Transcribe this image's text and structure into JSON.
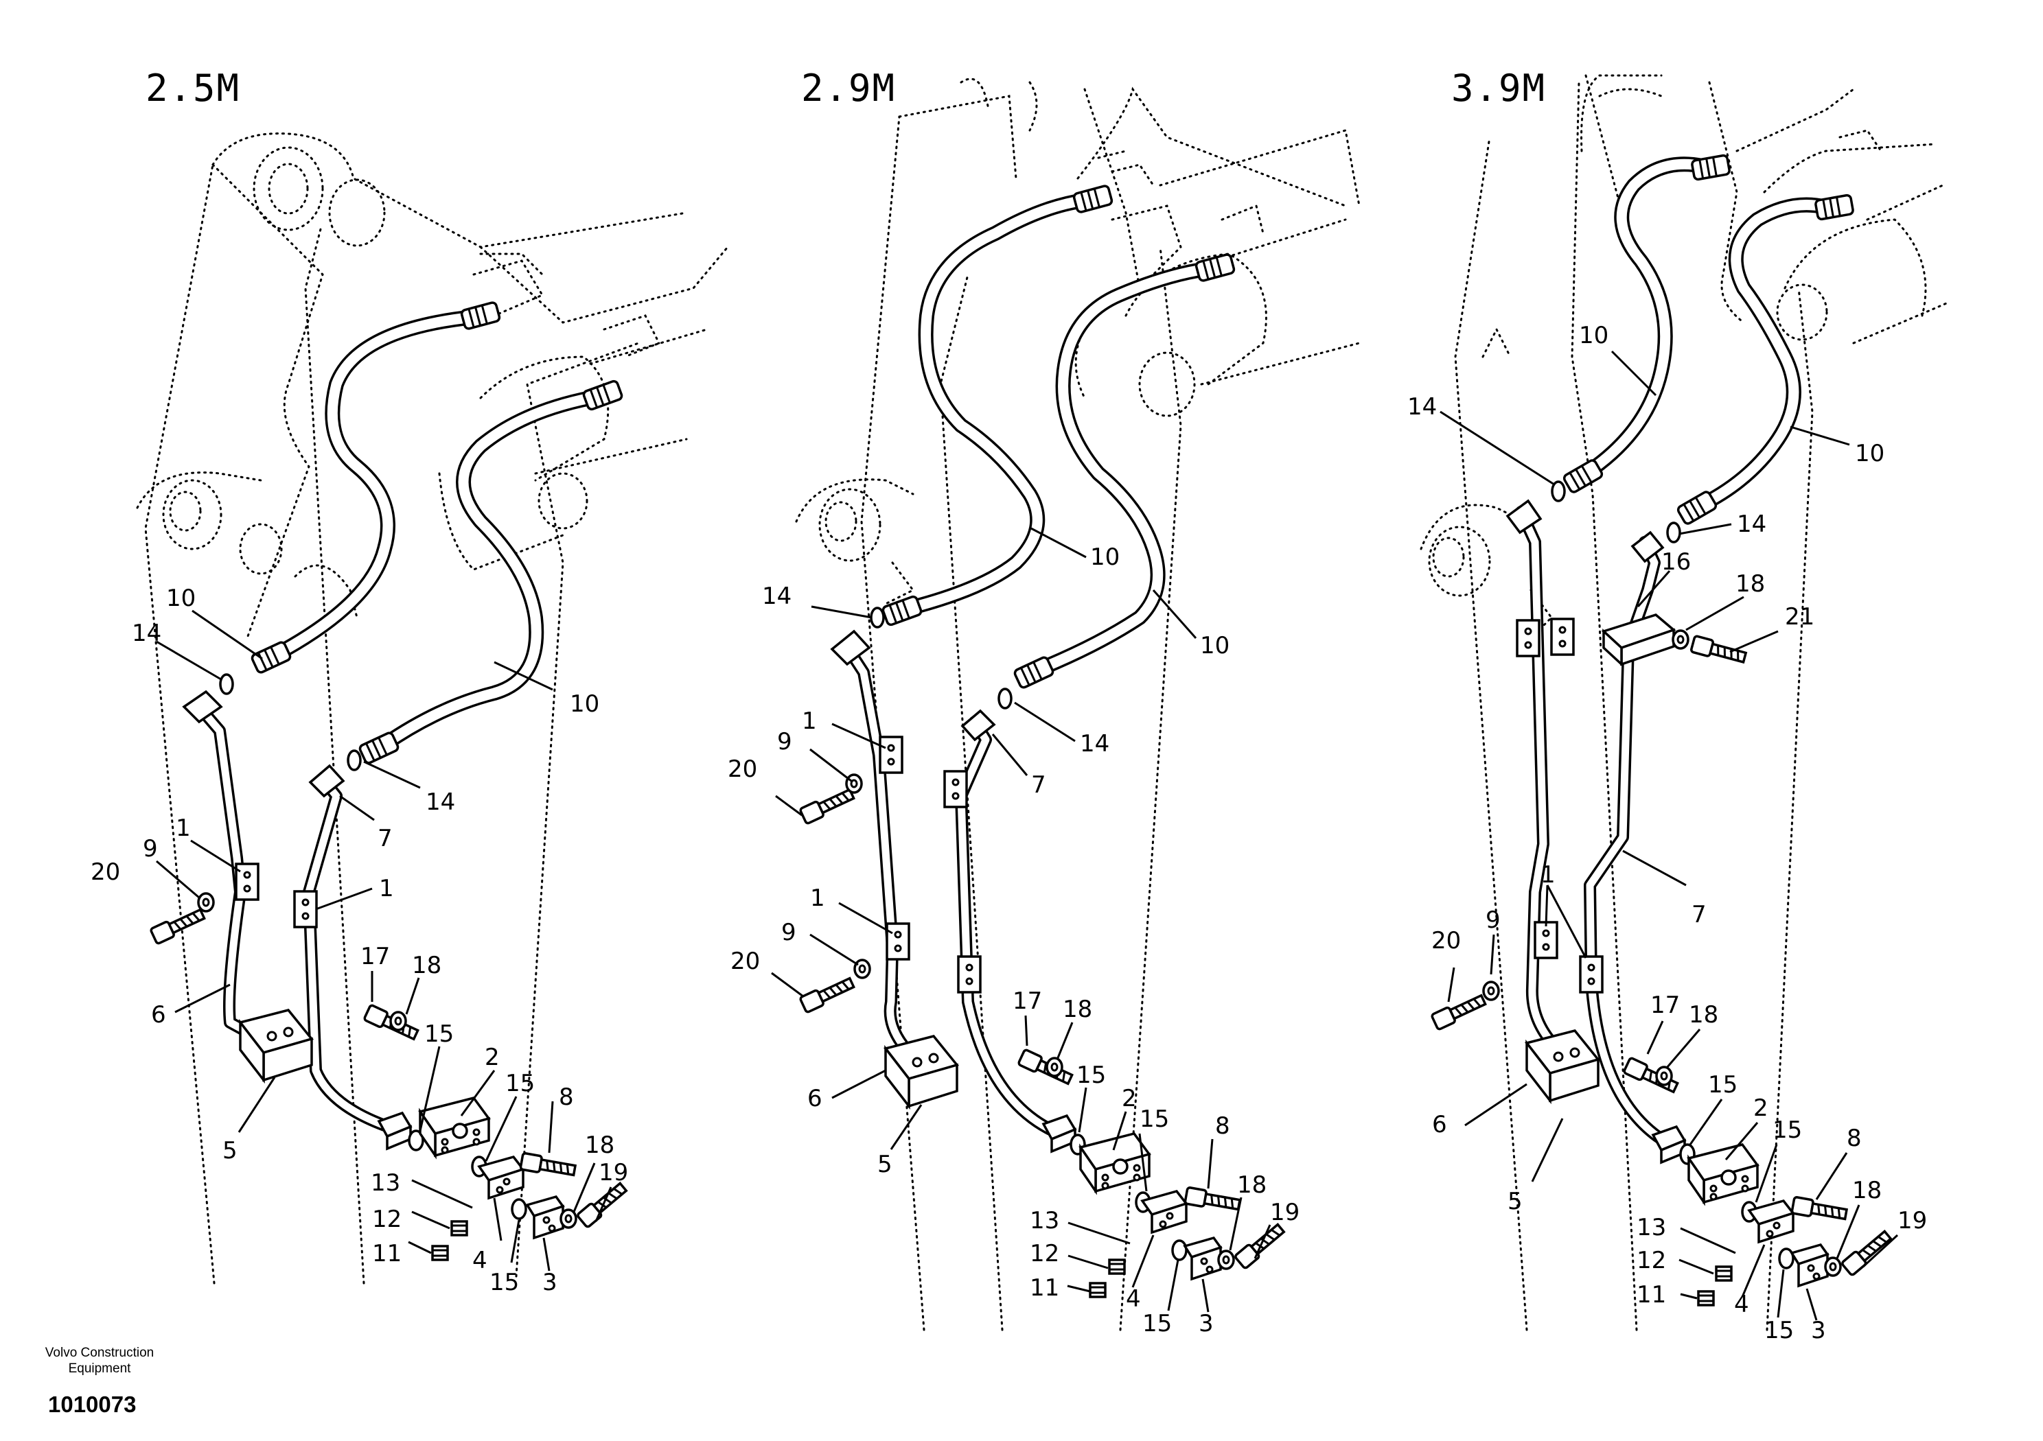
{
  "panels": [
    {
      "title": "2.5M",
      "labels": {
        "c1": "1",
        "c1b": "1",
        "c2": "2",
        "c3": "3",
        "c4": "4",
        "c5": "5",
        "c6": "6",
        "c7": "7",
        "c8": "8",
        "c9": "9",
        "c10a": "10",
        "c10b": "10",
        "c11": "11",
        "c12": "12",
        "c13": "13",
        "c14a": "14",
        "c14b": "14",
        "c15a": "15",
        "c15b": "15",
        "c15c": "15",
        "c17": "17",
        "c18a": "18",
        "c18b": "18",
        "c19": "19",
        "c20": "20"
      }
    },
    {
      "title": "2.9M",
      "labels": {
        "c1": "1",
        "c1b": "1",
        "c2": "2",
        "c3": "3",
        "c4": "4",
        "c5": "5",
        "c6": "6",
        "c7": "7",
        "c8": "8",
        "c9": "9",
        "c9b": "9",
        "c10a": "10",
        "c10b": "10",
        "c11": "11",
        "c12": "12",
        "c13": "13",
        "c14a": "14",
        "c14b": "14",
        "c15a": "15",
        "c15b": "15",
        "c15c": "15",
        "c17": "17",
        "c18a": "18",
        "c18b": "18",
        "c19": "19",
        "c20": "20",
        "c20b": "20"
      }
    },
    {
      "title": "3.9M",
      "labels": {
        "c1": "1",
        "c2": "2",
        "c3": "3",
        "c4": "4",
        "c5": "5",
        "c6": "6",
        "c7": "7",
        "c8": "8",
        "c9": "9",
        "c10a": "10",
        "c10b": "10",
        "c11": "11",
        "c12": "12",
        "c13": "13",
        "c14a": "14",
        "c14b": "14",
        "c15a": "15",
        "c15b": "15",
        "c15c": "15",
        "c16": "16",
        "c17": "17",
        "c18a": "18",
        "c18b": "18",
        "c18c": "18",
        "c19": "19",
        "c20": "20",
        "c21": "21"
      }
    }
  ],
  "footer": {
    "brand_line1": "Volvo Construction",
    "brand_line2": "Equipment",
    "drawing_number": "1010073"
  }
}
